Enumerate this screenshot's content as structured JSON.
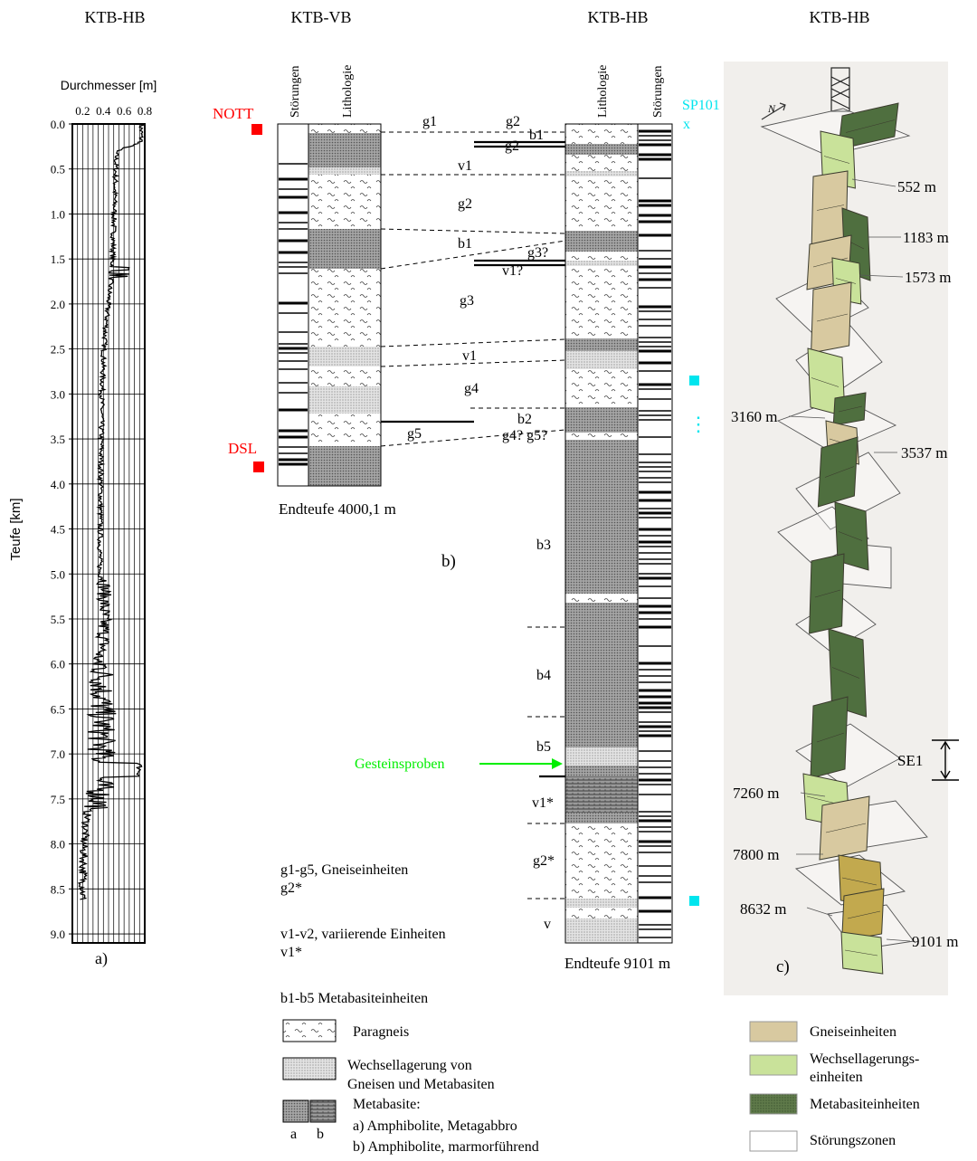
{
  "panel_titles": {
    "a": "KTB-HB",
    "b_left": "KTB-VB",
    "b_right": "KTB-HB",
    "c": "KTB-HB"
  },
  "panel_labels": {
    "a": "a)",
    "b": "b)",
    "c": "c)"
  },
  "panel_a": {
    "xlabel": "Durchmesser [m]",
    "ylabel": "Teufe [km]",
    "x_ticks": [
      "0.2",
      "0.4",
      "0.6",
      "0.8"
    ],
    "y_ticks": [
      "0.0",
      "0.5",
      "1.0",
      "1.5",
      "2.0",
      "2.5",
      "3.0",
      "3.5",
      "4.0",
      "4.5",
      "5.0",
      "5.5",
      "6.0",
      "6.5",
      "7.0",
      "7.5",
      "8.0",
      "8.5",
      "9.0"
    ]
  },
  "panel_b": {
    "col_headers": {
      "stoerungen": "Störungen",
      "lithologie": "Lithologie"
    },
    "markers": {
      "nott": "NOTT",
      "dsl": "DSL",
      "sp101": "SP101",
      "sp101_x": "x",
      "gesteinsproben": "Gesteinsproben",
      "dots": "⋮"
    },
    "end_vb": "Endteufe 4000,1 m",
    "end_hb": "Endteufe 9101 m",
    "unit_labels": {
      "g1": "g1",
      "g2a": "g2",
      "b1a": "b1",
      "g2b": "g2",
      "v1a": "v1",
      "g2c": "g2",
      "b1b": "b1",
      "g3q": "g3?",
      "v1q": "v1?",
      "g3": "g3",
      "v1b": "v1",
      "g4": "g4",
      "b2": "b2",
      "g5": "g5",
      "g4g5": "g4? g5?",
      "b3": "b3",
      "b4": "b4",
      "b5": "b5",
      "v1s": "v1*",
      "g2s": "g2*",
      "v": "v"
    },
    "legend": {
      "gneis_label": "g1-g5,  Gneiseinheiten",
      "gneis_sub": "g2*",
      "var_label": "v1-v2,  variierende Einheiten",
      "var_sub": "v1*",
      "meta_label": "b1-b5   Metabasiteinheiten",
      "paragneis": "Paragneis",
      "wechsel_1": "Wechsellagerung von",
      "wechsel_2": "Gneisen und Metabasiten",
      "metabasite": "Metabasite:",
      "meta_a": "a) Amphibolite, Metagabbro",
      "meta_b": "b) Amphibolite, marmorführend",
      "a": "a",
      "b": "b"
    }
  },
  "panel_c": {
    "depths": [
      "552 m",
      "1183 m",
      "1573 m",
      "3160 m",
      "3537 m",
      "7260 m",
      "7800 m",
      "8632 m",
      "9101 m"
    ],
    "se1": "SE1",
    "north": "N",
    "legend": {
      "gneis": "Gneiseinheiten",
      "wechsel_1": "Wechsellagerungs-",
      "wechsel_2": "einheiten",
      "meta": "Metabasiteinheiten",
      "stoer": "Störungszonen"
    },
    "colors": {
      "gneis": "#d8c9a0",
      "wechsel": "#c9e29a",
      "meta": "#4f6f3f",
      "stoer": "#ffffff",
      "gold": "#c2a94e"
    }
  },
  "colors": {
    "red_marker": "#ff0000",
    "cyan_marker": "#00e5ee",
    "green_arrow": "#00ee00"
  }
}
